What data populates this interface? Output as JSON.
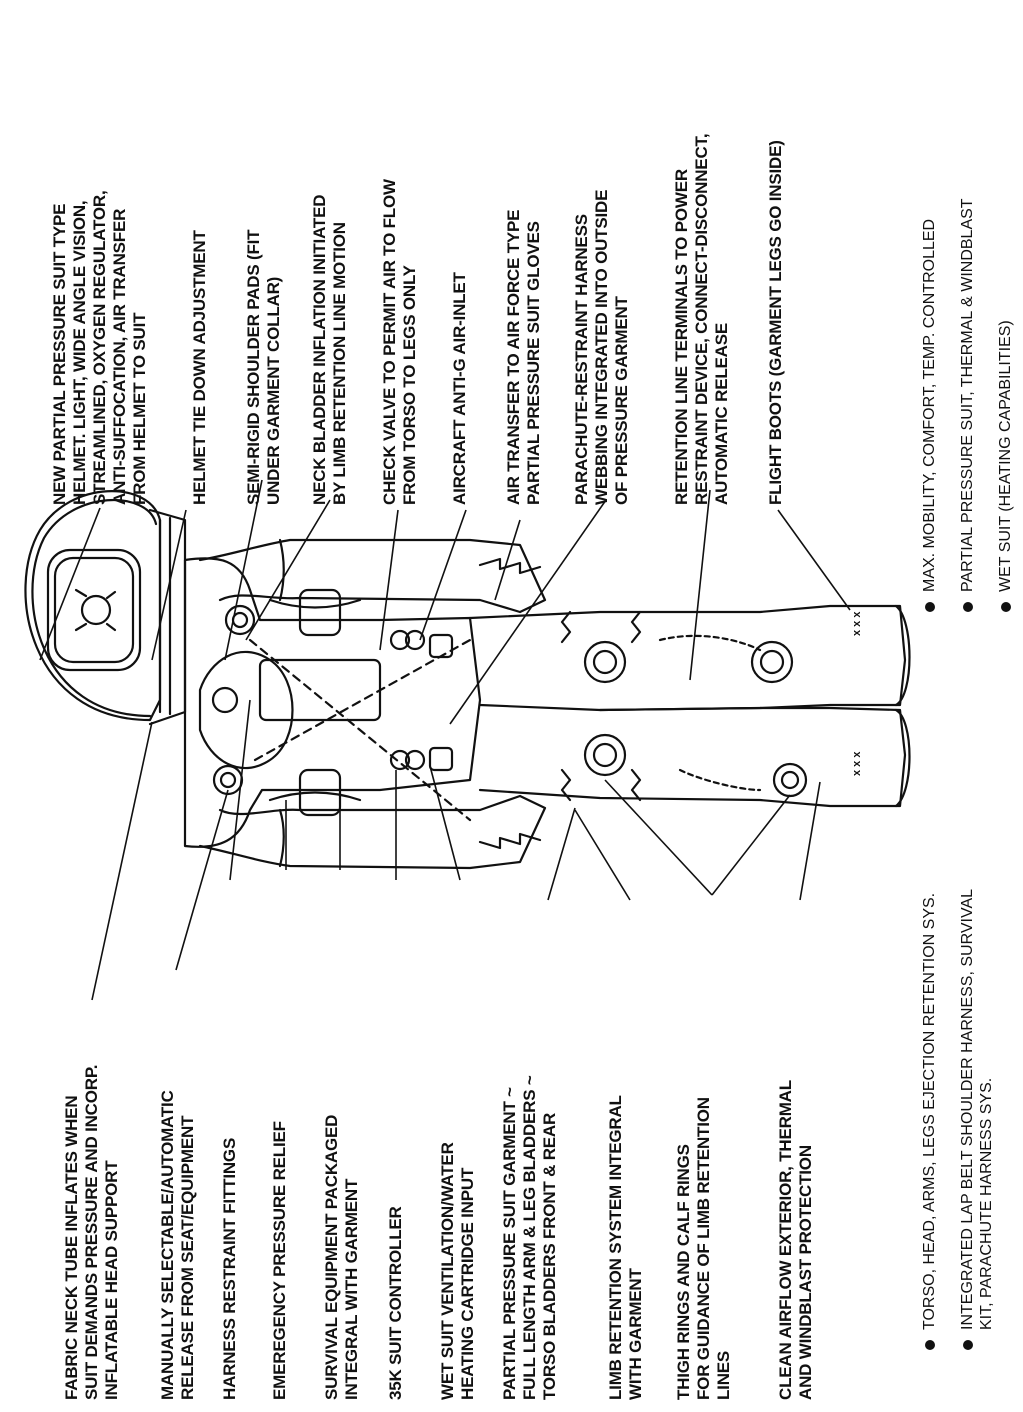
{
  "callouts_left": [
    {
      "lines": [
        "FABRIC NECK TUBE  INFLATES WHEN",
        "SUIT DEMANDS PRESSURE AND INCORP.",
        "INFLATABLE HEAD SUPPORT"
      ]
    },
    {
      "lines": [
        "MANUALLY SELECTABLE/AUTOMATIC",
        "RELEASE FROM SEAT/EQUIPMENT"
      ]
    },
    {
      "lines": [
        "HARNESS RESTRAINT FITTINGS"
      ]
    },
    {
      "lines": [
        "EMEREGENCY PRESSURE  RELIEF"
      ]
    },
    {
      "lines": [
        "SURVIVAL EQUIPMENT PACKAGED",
        "INTEGRAL WITH GARMENT"
      ]
    },
    {
      "lines": [
        "35K SUIT CONTROLLER"
      ]
    },
    {
      "lines": [
        "WET SUIT VENTILATION/WATER",
        "HEATING CARTRIDGE INPUT"
      ]
    },
    {
      "lines": [
        "PARTIAL PRESSURE SUIT GARMENT ~",
        "FULL LENGTH ARM & LEG BLADDERS ~",
        "TORSO BLADDERS FRONT & REAR"
      ]
    },
    {
      "lines": [
        "LIMB RETENTION SYSTEM INTEGRAL",
        "WITH GARMENT"
      ]
    },
    {
      "lines": [
        "THIGH RINGS AND CALF RINGS",
        "FOR GUIDANCE OF LIMB RETENTION",
        "LINES"
      ]
    },
    {
      "lines": [
        "CLEAN AIRFLOW EXTERIOR, THERMAL",
        "AND WINDBLAST PROTECTION"
      ]
    }
  ],
  "callouts_right": [
    {
      "lines": [
        "NEW PARTIAL PRESSURE SUIT TYPE",
        "HELMET.  LIGHT, WIDE ANGLE VISION,",
        "STREAMLINED, OXYGEN REGULATOR,",
        "ANTI-SUFFOCATION, AIR TRANSFER",
        "FROM HELMET TO SUIT"
      ]
    },
    {
      "lines": [
        "HELMET TIE DOWN ADJUSTMENT"
      ]
    },
    {
      "lines": [
        "SEMI-RIGID SHOULDER PADS (FIT",
        "UNDER GARMENT COLLAR)"
      ]
    },
    {
      "lines": [
        "NECK BLADDER INFLATION INITIATED",
        "BY LIMB RETENTION LINE MOTION"
      ]
    },
    {
      "lines": [
        "CHECK VALVE TO PERMIT AIR TO FLOW",
        "FROM TORSO TO LEGS ONLY"
      ]
    },
    {
      "lines": [
        "AIRCRAFT ANTI-G AIR-INLET"
      ]
    },
    {
      "lines": [
        "AIR TRANSFER TO AIR FORCE TYPE",
        "PARTIAL PRESSURE SUIT GLOVES"
      ]
    },
    {
      "lines": [
        "PARACHUTE-RESTRAINT HARNESS",
        "WEBBING INTEGRATED INTO OUTSIDE",
        "OF PRESSURE GARMENT"
      ]
    },
    {
      "lines": [
        "RETENTION LINE TERMINALS TO POWER",
        "RESTRAINT DEVICE, CONNECT-DISCONNECT,",
        "AUTOMATIC RELEASE"
      ]
    },
    {
      "lines": [
        "FLIGHT BOOTS (GARMENT LEGS GO INSIDE)"
      ]
    }
  ],
  "bullets_left": [
    {
      "lines": [
        "TORSO, HEAD, ARMS, LEGS EJECTION RETENTION SYS."
      ]
    },
    {
      "lines": [
        "INTEGRATED LAP BELT  SHOULDER HARNESS, SURVIVAL",
        "KIT, PARACHUTE HARNESS SYS."
      ]
    }
  ],
  "bullets_right": [
    {
      "lines": [
        "MAX. MOBILITY, COMFORT, TEMP. CONTROLLED"
      ]
    },
    {
      "lines": [
        "PARTIAL PRESSURE SUIT, THERMAL  & WINDBLAST"
      ]
    },
    {
      "lines": [
        "WET SUIT (HEATING CAPABILITIES)"
      ]
    }
  ],
  "figure": {
    "glove_marks": "x x x"
  }
}
